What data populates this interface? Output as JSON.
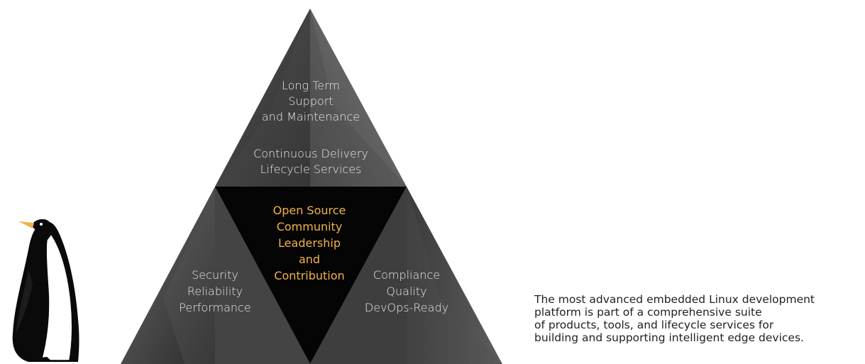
{
  "top_block": {
    "line1": "Long Term",
    "line2": "Support",
    "line3": "and Maintenance",
    "line4": "Continuous Delivery",
    "line5": "Lifecycle Services"
  },
  "center_block": {
    "line1": "Open Source",
    "line2": "Community",
    "line3": "Leadership",
    "line4": "and",
    "line5": "Contribution"
  },
  "left_block": {
    "line1": "Security",
    "line2": "Reliability",
    "line3": "Performance"
  },
  "right_block": {
    "line1": "Compliance",
    "line2": "Quality",
    "line3": "DevOps-Ready"
  },
  "caption": {
    "line1": "The most advanced embedded Linux development",
    "line2": "platform is part of a comprehensive suite",
    "line3": "of products, tools, and lifecycle services for",
    "line4": "building and supporting intelligent edge devices."
  },
  "colors": {
    "accent": "#f0b24a",
    "triangle_dark": "#3a3a3a",
    "triangle_light": "#6e6e6e",
    "center": "#050505",
    "text_light": "#e9e9e9",
    "caption_text": "#222222"
  },
  "icons": {
    "mascot": "penguin-icon"
  }
}
